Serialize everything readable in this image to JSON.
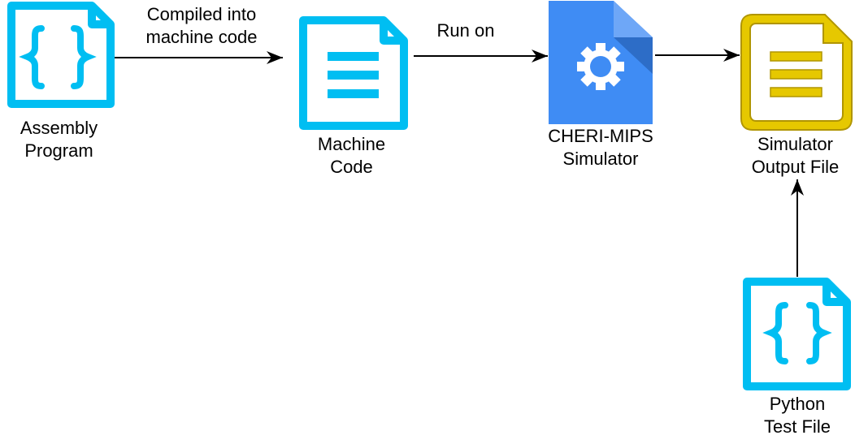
{
  "colors": {
    "cyan": "#00BEF2",
    "blue": "#3F8CF4",
    "blue_fold": "#2D6DC7",
    "blue_fold_light": "#6EA7F7",
    "yellow_fill": "#E6C800",
    "yellow_stroke": "#B09500",
    "arrow": "#000000",
    "text": "#000000"
  },
  "nodes": {
    "assembly": {
      "icon": "code-file-icon",
      "label_lines": [
        "Assembly",
        "Program"
      ]
    },
    "machine": {
      "icon": "text-file-icon",
      "label_lines": [
        "Machine",
        "Code"
      ]
    },
    "simulator": {
      "icon": "settings-file-icon",
      "label_lines": [
        "CHERI-MIPS",
        "Simulator"
      ]
    },
    "output": {
      "icon": "text-file-icon",
      "label_lines": [
        "Simulator",
        "Output File"
      ]
    },
    "python": {
      "icon": "code-file-icon",
      "label_lines": [
        "Python",
        "Test File"
      ]
    }
  },
  "edges": {
    "compile": {
      "label_lines": [
        "Compiled into",
        "machine code"
      ]
    },
    "run": {
      "label_lines": [
        "Run on"
      ]
    }
  }
}
